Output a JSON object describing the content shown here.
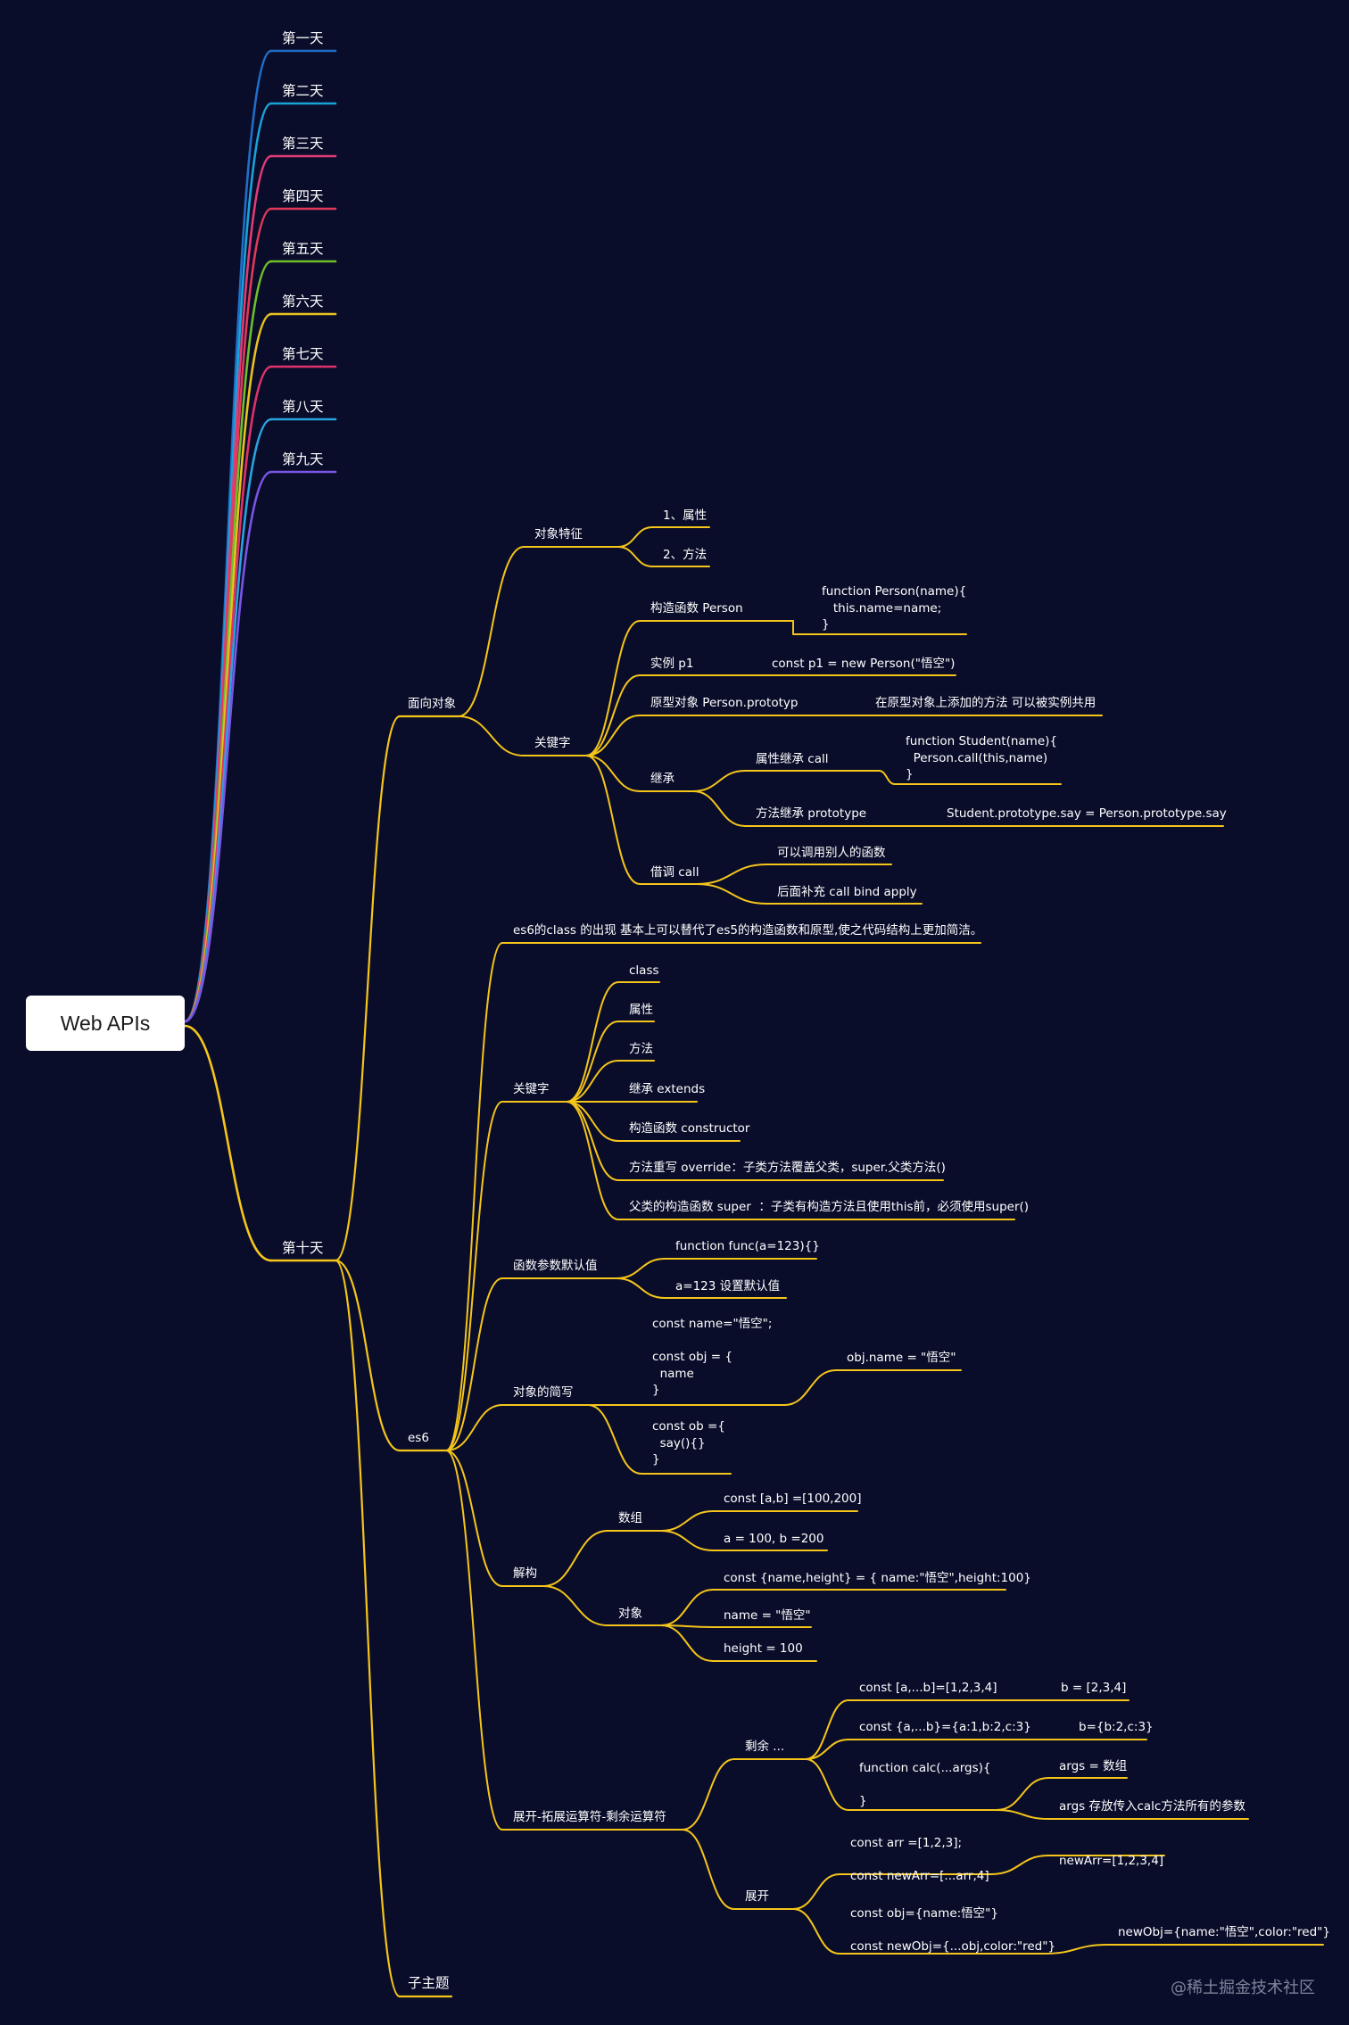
{
  "root": "Web APIs",
  "watermark": "@稀土掘金技术社区",
  "colors": {
    "background": "#0a0d2a",
    "branch": "#f5c51a",
    "root_fill": "#ffffff",
    "text": "#ffffff"
  },
  "days": [
    {
      "label": "第一天",
      "color": "#1f6fc9"
    },
    {
      "label": "第二天",
      "color": "#1aa3d8"
    },
    {
      "label": "第三天",
      "color": "#e23b76"
    },
    {
      "label": "第四天",
      "color": "#e2395a"
    },
    {
      "label": "第五天",
      "color": "#6fbf2a"
    },
    {
      "label": "第六天",
      "color": "#e9c21d"
    },
    {
      "label": "第七天",
      "color": "#e0326a"
    },
    {
      "label": "第八天",
      "color": "#29a3df"
    },
    {
      "label": "第九天",
      "color": "#7a55e6"
    }
  ],
  "day10": {
    "label": "第十天",
    "oop": {
      "label": "面向对象",
      "traits": {
        "label": "对象特征",
        "items": [
          "1、属性",
          "2、方法"
        ]
      },
      "keywords": {
        "label": "关键字",
        "constructor": {
          "label": "构造函数 Person",
          "code": "function Person(name){\n   this.name=name;\n}"
        },
        "instance": {
          "label": "实例 p1",
          "code": "const p1 = new Person(\"悟空\")"
        },
        "prototype": {
          "label": "原型对象 Person.prototyp",
          "note": "在原型对象上添加的方法 可以被实例共用"
        },
        "inherit": {
          "label": "继承",
          "attr": {
            "label": "属性继承 call",
            "code": "function Student(name){\n  Person.call(this,name)\n}"
          },
          "method": {
            "label": "方法继承 prototype",
            "code": "Student.prototype.say = Person.prototype.say"
          }
        },
        "borrow": {
          "label": "借调 call",
          "items": [
            "可以调用别人的函数",
            "后面补充 call bind apply"
          ]
        }
      }
    },
    "es6": {
      "label": "es6",
      "class_note": "es6的class 的出现 基本上可以替代了es5的构造函数和原型,使之代码结构上更加简洁。",
      "keywords": {
        "label": "关键字",
        "items": [
          "class",
          "属性",
          "方法",
          "继承 extends",
          "构造函数 constructor",
          "方法重写 override：子类方法覆盖父类，super.父类方法()",
          "父类的构造函数 super  ：子类有构造方法且使用this前，必须使用super()"
        ]
      },
      "defaults": {
        "label": "函数参数默认值",
        "items": [
          "function func(a=123){}",
          "a=123 设置默认值"
        ]
      },
      "shorthand": {
        "label": "对象的简写",
        "code1": "const name=\"悟空\";\n\nconst obj = {\n  name\n}",
        "result1": "obj.name = \"悟空\"",
        "code2": "const ob ={\n  say(){}\n}"
      },
      "destructure": {
        "label": "解构",
        "array": {
          "label": "数组",
          "items": [
            "const [a,b] =[100,200]",
            "a = 100, b =200"
          ]
        },
        "object": {
          "label": "对象",
          "items": [
            "const {name,height} = { name:\"悟空\",height:100}",
            "name = \"悟空\"",
            "height = 100"
          ]
        }
      },
      "spread": {
        "label": "展开-拓展运算符-剩余运算符",
        "rest": {
          "label": "剩余 ...",
          "a1": "const [a,...b]=[1,2,3,4]",
          "r1": "b = [2,3,4]",
          "a2": "const {a,...b}={a:1,b:2,c:3}",
          "r2": "b={b:2,c:3}",
          "calc": "function calc(...args){\n\n}",
          "c1": "args = 数组",
          "c2": "args 存放传入calc方法所有的参数"
        },
        "spread": {
          "label": "展开",
          "arr": "const arr =[1,2,3];\n\nconst newArr=[...arr,4]",
          "arr_result": "newArr=[1,2,3,4]",
          "obj": "const obj={name:悟空\"}\n\nconst newObj={...obj,color:\"red\"}",
          "obj_result": "newObj={name:\"悟空\",color:\"red\"}"
        }
      }
    }
  },
  "subtopic": "子主题"
}
